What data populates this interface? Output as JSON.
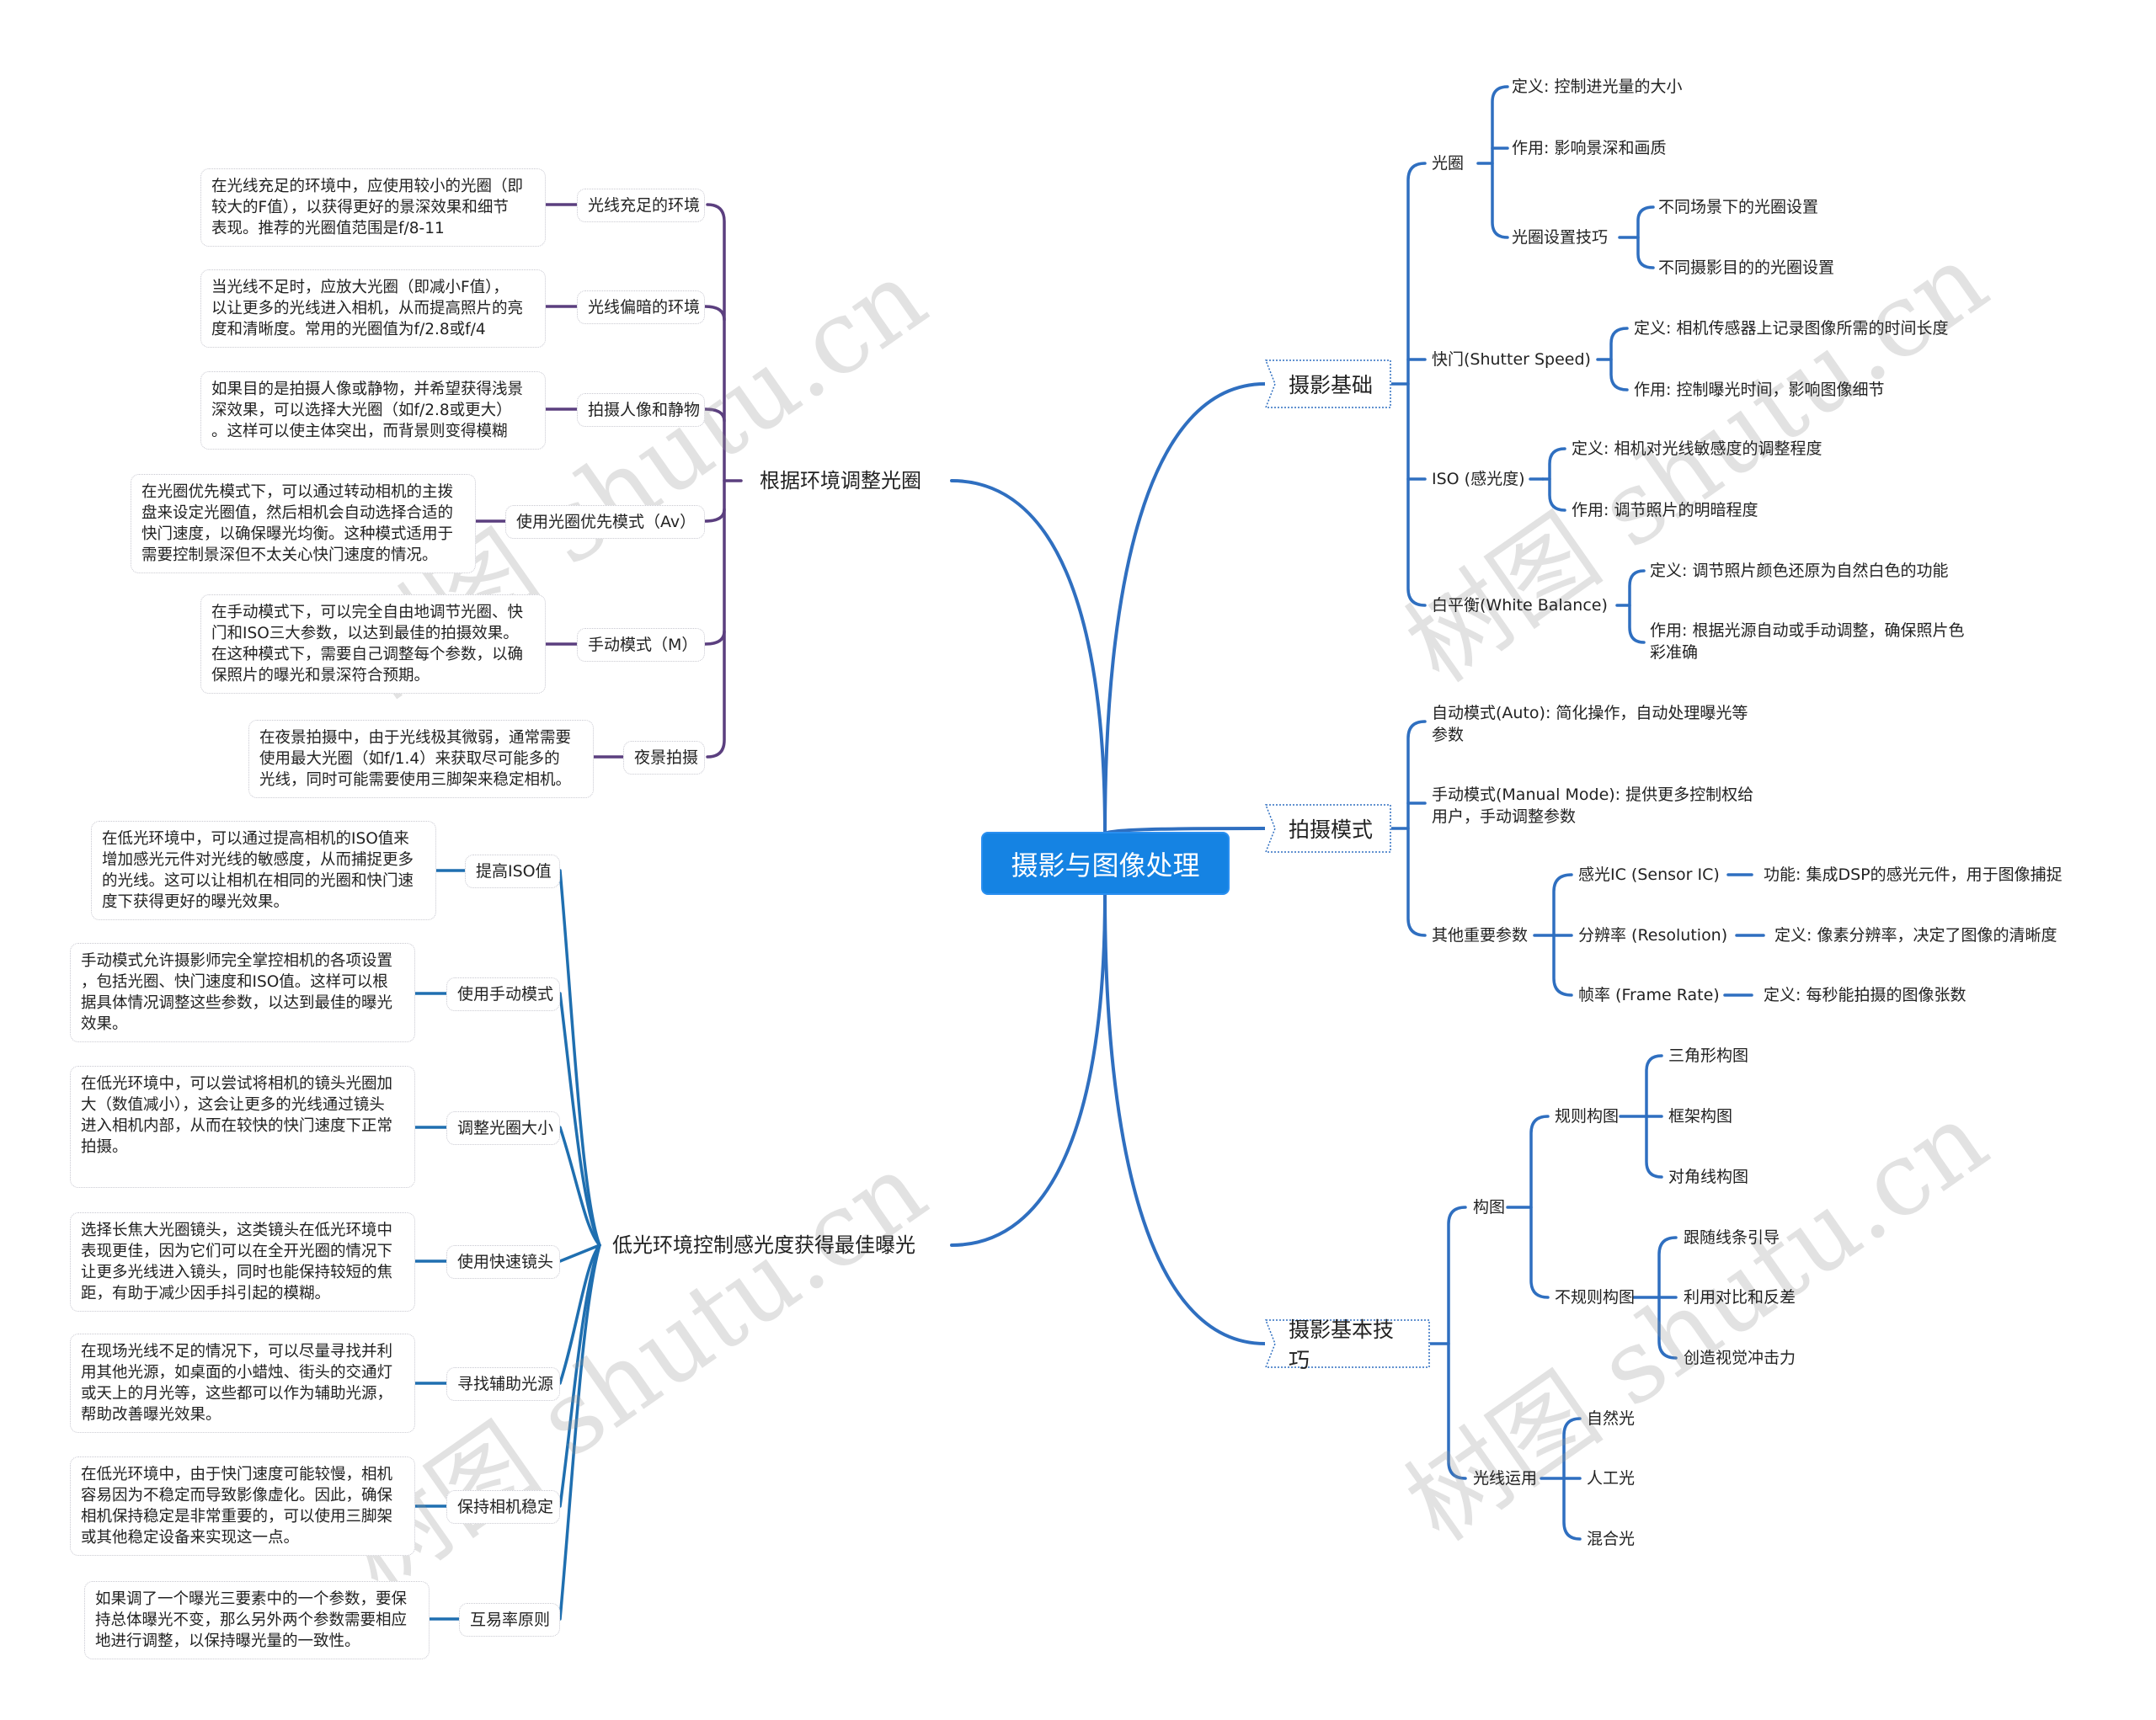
{
  "central": "摄影与图像处理",
  "colors": {
    "central_fill": "#1583e3",
    "right_line": "#2f6fc0",
    "left_top_line": "#5b3f7f",
    "left_bottom_line": "#1f6fb0",
    "text": "#222222",
    "watermark": "#969696"
  },
  "right": {
    "basics": {
      "label": "摄影基础",
      "aperture": {
        "label": "光圈",
        "definition": "定义: 控制进光量的大小",
        "effect": "作用: 影响景深和画质",
        "tips": {
          "label": "光圈设置技巧",
          "items": [
            "不同场景下的光圈设置",
            "不同摄影目的的光圈设置"
          ]
        }
      },
      "shutter": {
        "label": "快门(Shutter Speed)",
        "definition": "定义: 相机传感器上记录图像所需的时间长度",
        "effect": "作用: 控制曝光时间，影响图像细节"
      },
      "iso": {
        "label": "ISO (感光度)",
        "definition": "定义: 相机对光线敏感度的调整程度",
        "effect": "作用: 调节照片的明暗程度"
      },
      "wb": {
        "label": "白平衡(White Balance)",
        "definition": "定义: 调节照片颜色还原为自然白色的功能",
        "effect_line1": "作用: 根据光源自动或手动调整，确保照片色",
        "effect_line2": "彩准确"
      }
    },
    "modes": {
      "label": "拍摄模式",
      "auto_line1": "自动模式(Auto): 简化操作，自动处理曝光等",
      "auto_line2": "参数",
      "manual_line1": "手动模式(Manual Mode): 提供更多控制权给",
      "manual_line2": "用户，手动调整参数",
      "other": {
        "label": "其他重要参数",
        "sensor": {
          "label": "感光IC (Sensor IC)",
          "detail": "功能: 集成DSP的感光元件，用于图像捕捉"
        },
        "resolution": {
          "label": "分辨率 (Resolution)",
          "detail": "定义: 像素分辨率，决定了图像的清晰度"
        },
        "framerate": {
          "label": "帧率 (Frame Rate)",
          "detail": "定义: 每秒能拍摄的图像张数"
        }
      }
    },
    "techniques": {
      "label": "摄影基本技巧",
      "composition": {
        "label": "构图",
        "regular": {
          "label": "规则构图",
          "items": [
            "三角形构图",
            "框架构图",
            "对角线构图"
          ]
        },
        "irregular": {
          "label": "不规则构图",
          "items": [
            "跟随线条引导",
            "利用对比和反差",
            "创造视觉冲击力"
          ]
        }
      },
      "lighting": {
        "label": "光线运用",
        "items": [
          "自然光",
          "人工光",
          "混合光"
        ]
      }
    }
  },
  "left": {
    "aperture_env": {
      "label": "根据环境调整光圈",
      "items": [
        {
          "label": "光线充足的环境",
          "desc": [
            "在光线充足的环境中，应使用较小的光圈（即",
            "较大的F值），以获得更好的景深效果和细节",
            "表现。推荐的光圈值范围是f/8-11"
          ]
        },
        {
          "label": "光线偏暗的环境",
          "desc": [
            "当光线不足时，应放大光圈（即减小F值），",
            "以让更多的光线进入相机，从而提高照片的亮",
            "度和清晰度。常用的光圈值为f/2.8或f/4"
          ]
        },
        {
          "label": "拍摄人像和静物",
          "desc": [
            "如果目的是拍摄人像或静物，并希望获得浅景",
            "深效果，可以选择大光圈（如f/2.8或更大）",
            "。这样可以使主体突出，而背景则变得模糊"
          ]
        },
        {
          "label": "使用光圈优先模式（Av）",
          "desc": [
            "在光圈优先模式下，可以通过转动相机的主拨",
            "盘来设定光圈值，然后相机会自动选择合适的",
            "快门速度，以确保曝光均衡。这种模式适用于",
            "需要控制景深但不太关心快门速度的情况。"
          ]
        },
        {
          "label": "手动模式（M）",
          "desc": [
            "在手动模式下，可以完全自由地调节光圈、快",
            "门和ISO三大参数，以达到最佳的拍摄效果。",
            "在这种模式下，需要自己调整每个参数，以确",
            "保照片的曝光和景深符合预期。"
          ]
        },
        {
          "label": "夜景拍摄",
          "desc": [
            "在夜景拍摄中，由于光线极其微弱，通常需要",
            "使用最大光圈（如f/1.4）来获取尽可能多的",
            "光线，同时可能需要使用三脚架来稳定相机。"
          ]
        }
      ]
    },
    "low_light": {
      "label": "低光环境控制感光度获得最佳曝光",
      "items": [
        {
          "label": "提高ISO值",
          "desc": [
            "在低光环境中，可以通过提高相机的ISO值来",
            "增加感光元件对光线的敏感度，从而捕捉更多",
            "的光线。这可以让相机在相同的光圈和快门速",
            "度下获得更好的曝光效果。"
          ]
        },
        {
          "label": "使用手动模式",
          "desc": [
            "手动模式允许摄影师完全掌控相机的各项设置",
            "，包括光圈、快门速度和ISO值。这样可以根",
            "据具体情况调整这些参数，以达到最佳的曝光",
            "效果。"
          ]
        },
        {
          "label": "调整光圈大小",
          "desc": [
            "在低光环境中，可以尝试将相机的镜头光圈加",
            "大（数值减小），这会让更多的光线通过镜头",
            "进入相机内部，从而在较快的快门速度下正常",
            "拍摄。"
          ]
        },
        {
          "label": "使用快速镜头",
          "desc": [
            "选择长焦大光圈镜头，这类镜头在低光环境中",
            "表现更佳，因为它们可以在全开光圈的情况下",
            "让更多光线进入镜头，同时也能保持较短的焦",
            "距，有助于减少因手抖引起的模糊。"
          ]
        },
        {
          "label": "寻找辅助光源",
          "desc": [
            "在现场光线不足的情况下，可以尽量寻找并利",
            "用其他光源，如桌面的小蜡烛、街头的交通灯",
            "或天上的月光等，这些都可以作为辅助光源，",
            "帮助改善曝光效果。"
          ]
        },
        {
          "label": "保持相机稳定",
          "desc": [
            "在低光环境中，由于快门速度可能较慢，相机",
            "容易因为不稳定而导致影像虚化。因此，确保",
            "相机保持稳定是非常重要的，可以使用三脚架",
            "或其他稳定设备来实现这一点。"
          ]
        },
        {
          "label": "互易率原则",
          "desc": [
            "如果调了一个曝光三要素中的一个参数，要保",
            "持总体曝光不变，那么另外两个参数需要相应",
            "地进行调整，以保持曝光量的一致性。"
          ]
        }
      ]
    }
  },
  "watermark": "树图 shutu.cn"
}
